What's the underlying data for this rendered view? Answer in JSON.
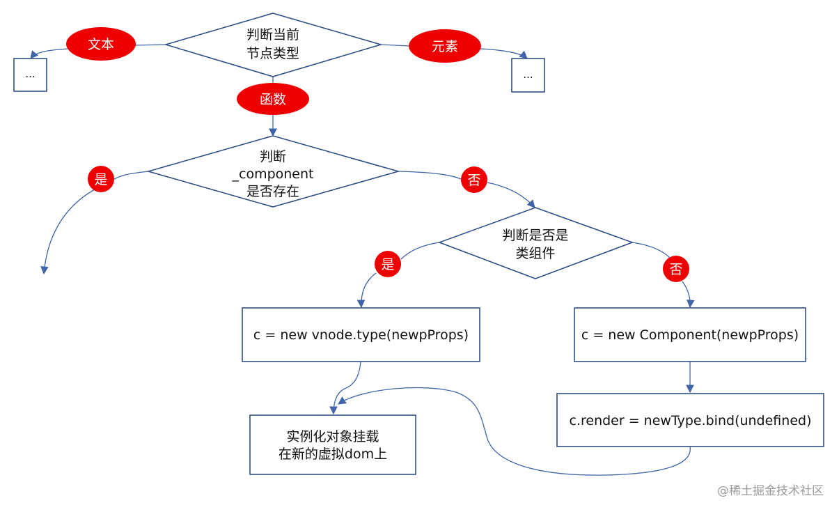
{
  "colors": {
    "line": "#3f64a8",
    "badge": "#ee0000",
    "shape_stroke": "#2f4e86"
  },
  "nodes": {
    "decision_node_type": {
      "lines": [
        "判断当前",
        "节点类型"
      ]
    },
    "decision_component_exists": {
      "lines": [
        "判断",
        "_component",
        "是否存在"
      ]
    },
    "decision_is_class": {
      "lines": [
        "判断是否是",
        "类组件"
      ]
    },
    "text_placeholder": "...",
    "element_placeholder": "...",
    "box_vnode_type": "c = new vnode.type(newpProps)",
    "box_component": "c = new Component(newpProps)",
    "box_render_bind": "c.render = newType.bind(undefined)",
    "box_mount": {
      "lines": [
        "实例化对象挂载",
        "在新的虚拟dom上"
      ]
    }
  },
  "labels": {
    "text": "文本",
    "element": "元素",
    "function": "函数",
    "yes_1": "是",
    "no_1": "否",
    "yes_2": "是",
    "no_2": "否"
  },
  "watermark": "@稀土掘金技术社区"
}
